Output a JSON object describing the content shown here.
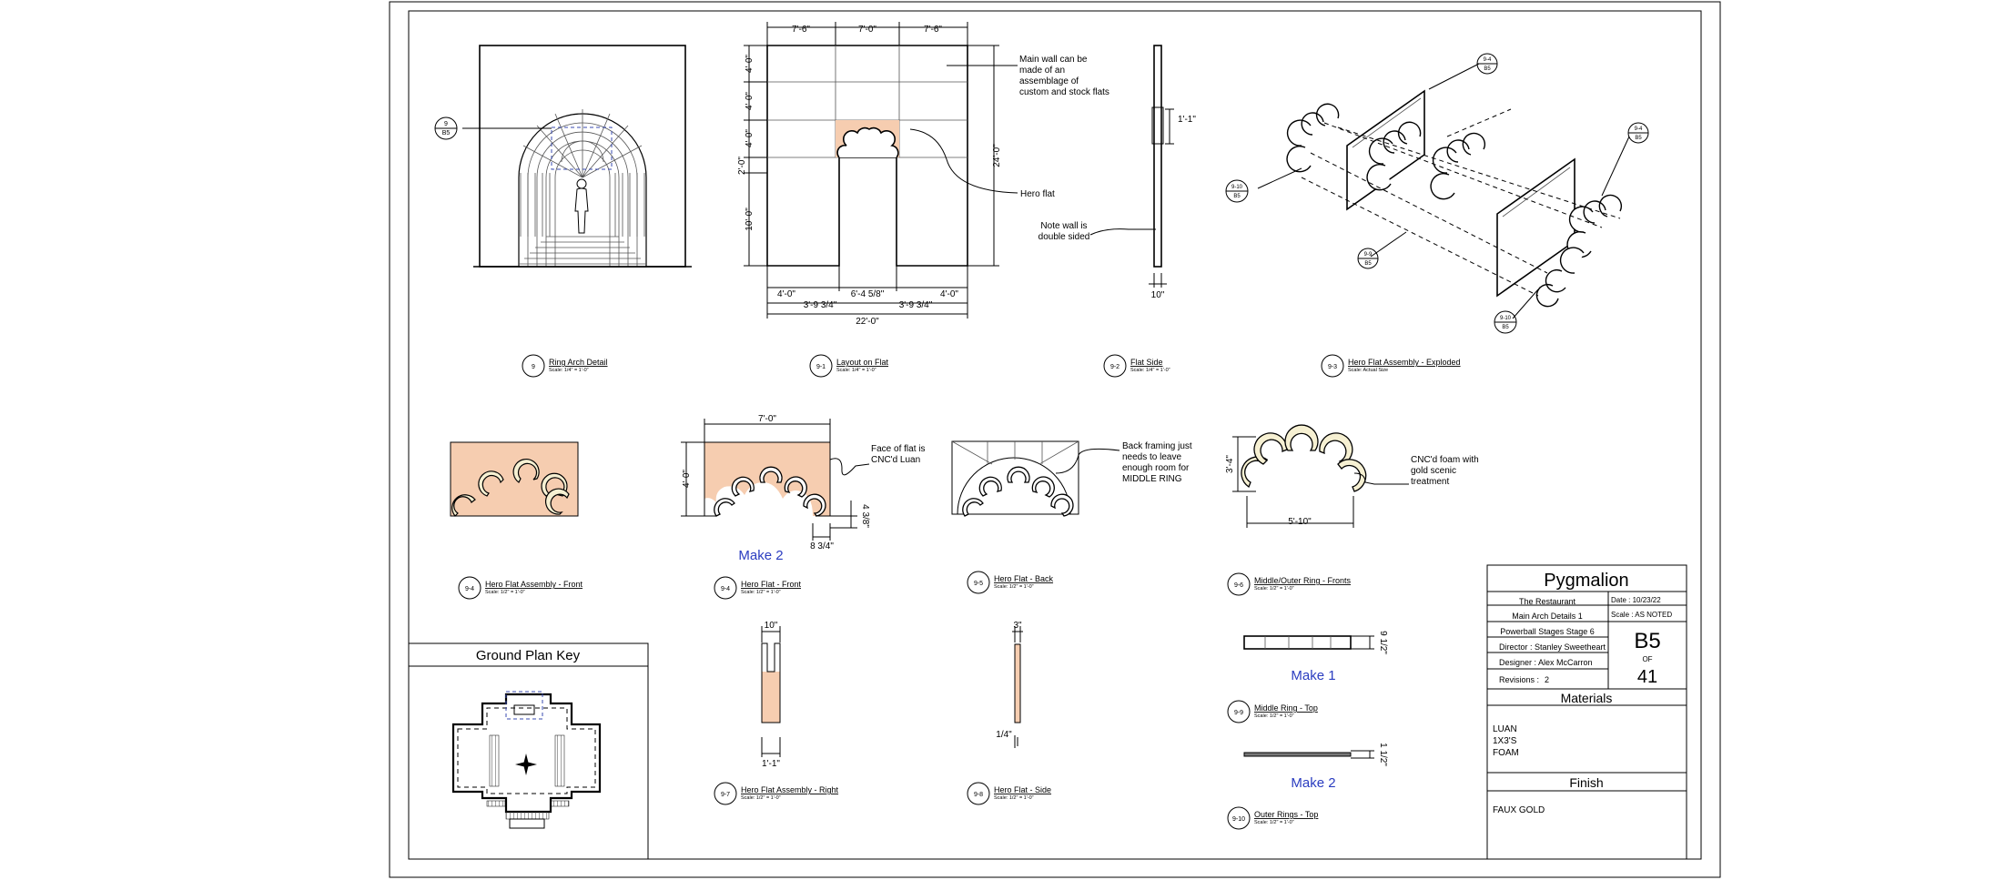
{
  "views": {
    "ring_arch": {
      "num": "9",
      "title": "Ring Arch Detail",
      "scale": "Scale: 1/4\" = 1'-0\"",
      "ref_top": "9",
      "ref_bot": "B5"
    },
    "layout_flat": {
      "num": "9-1",
      "title": "Layout on Flat",
      "scale": "Scale: 1/4\" = 1'-0\"",
      "dims": {
        "top1": "7'-6\"",
        "top2": "7'-0\"",
        "top3": "7'-6\"",
        "left1": "4'-0\"",
        "left2": "4'-0\"",
        "left3": "4'-0\"",
        "left4": "2'-0\"",
        "left5": "10'-0\"",
        "right": "24'-0\"",
        "bot1": "4'-0\"",
        "bot2": "6'-4 5/8\"",
        "bot3": "4'-0\"",
        "bot4": "3'-9 3/4\"",
        "bot5": "3'-9 3/4\"",
        "bot6": "22'-0\""
      },
      "note_wall": "Main wall can be made of an assemblage of custom and stock flats",
      "note_hero": "Hero flat",
      "note_double": "Note wall is double sided"
    },
    "flat_side": {
      "num": "9-2",
      "title": "Flat Side",
      "scale": "Scale: 1/4\" = 1'-0\"",
      "dim1": "1'-1\"",
      "dim2": "10\""
    },
    "exploded": {
      "num": "9-3",
      "title": "Hero Flat Assembly - Exploded",
      "scale": "Scale: Actual Size",
      "refs": [
        {
          "t": "9-4",
          "b": "B5"
        },
        {
          "t": "9-4",
          "b": "B5"
        },
        {
          "t": "9-10",
          "b": "B5"
        },
        {
          "t": "9-9",
          "b": "B5"
        },
        {
          "t": "9-10",
          "b": "B5"
        }
      ]
    },
    "front": {
      "num": "9-4",
      "title": "Hero Flat Assembly - Front",
      "scale": "Scale: 1/2\" = 1'-0\""
    },
    "hero_front": {
      "num": "9-4",
      "title": "Hero Flat - Front",
      "scale": "Scale: 1/2\" = 1'-0\"",
      "dim_w": "7'-0\"",
      "dim_h": "4'-0\"",
      "dim_r": "4 3/8\"",
      "dim_b": "8 3/4\"",
      "note": "Face of flat is CNC'd Luan",
      "make": "Make 2"
    },
    "hero_back": {
      "num": "9-5",
      "title": "Hero Flat - Back",
      "scale": "Scale: 1/2\" = 1'-0\"",
      "note": "Back framing just needs to leave enough room for MIDDLE RING"
    },
    "rings_front": {
      "num": "9-6",
      "title": "Middle/Outer Ring - Fronts",
      "scale": "Scale: 1/2\" = 1'-0\"",
      "dim_h": "3'-4\"",
      "dim_w": "5'-10\"",
      "note": "CNC'd foam with gold scenic treatment"
    },
    "assy_right": {
      "num": "9-7",
      "title": "Hero Flat Assembly - Right",
      "scale": "Scale: 1/2\" = 1'-0\"",
      "dim_t": "10\"",
      "dim_b": "1'-1\""
    },
    "flat_side2": {
      "num": "9-8",
      "title": "Hero Flat - Side",
      "scale": "Scale: 1/2\" = 1'-0\"",
      "dim_t": "3\"",
      "dim_b": "1/4\""
    },
    "middle_top": {
      "num": "9-9",
      "title": "Middle Ring - Top",
      "scale": "Scale: 1/2\" = 1'-0\"",
      "dim": "9 1/2\"",
      "make": "Make 1"
    },
    "outer_top": {
      "num": "9-10",
      "title": "Outer Rings - Top",
      "scale": "Scale: 1/2\" = 1'-0\"",
      "dim": "1 1/2\"",
      "make": "Make 2"
    }
  },
  "ground_plan": {
    "title": "Ground Plan Key"
  },
  "title_block": {
    "project": "Pygmalion",
    "venue": "The Restaurant",
    "sheet_name": "Main Arch Details 1",
    "company": "Powerball Stages Stage 6",
    "director": "Director :  Stanley Sweetheart",
    "designer": "Designer :  Alex McCarron",
    "revisions_label": "Revisions :",
    "revisions": "2",
    "date": "Date : 10/23/22",
    "scale": "Scale : AS NOTED",
    "sheet_no": "B5",
    "of": "OF",
    "total": "41",
    "materials_title": "Materials",
    "materials": [
      "LUAN",
      "1X3'S",
      "FOAM"
    ],
    "finish_title": "Finish",
    "finish": "FAUX GOLD"
  },
  "colors": {
    "peach": "#f6cdb0",
    "cream": "#f6f0d2",
    "blue_note": "#2a3cc0"
  }
}
